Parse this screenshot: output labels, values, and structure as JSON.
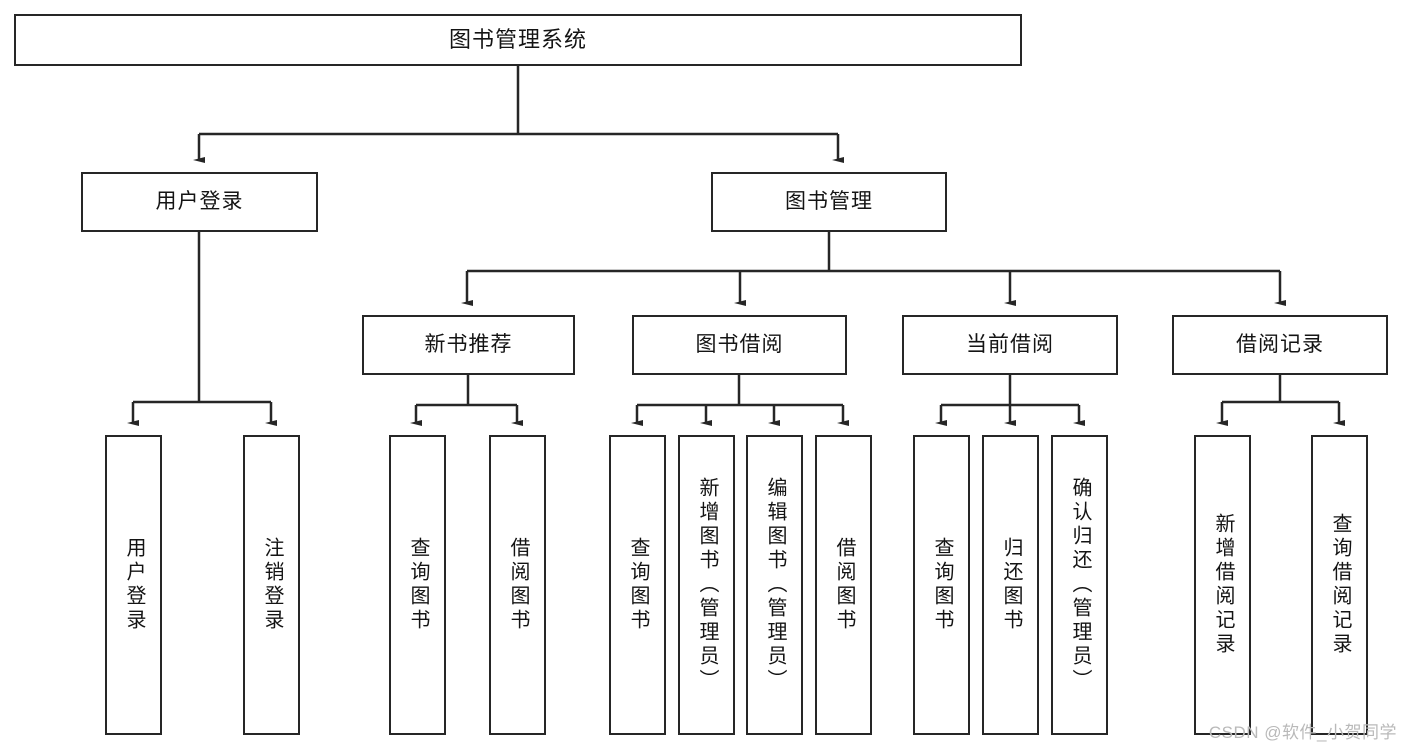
{
  "diagram": {
    "type": "tree-hierarchy",
    "title": "图书管理系统",
    "style": {
      "box_border": "#262626",
      "box_fill": "#ffffff",
      "line": "#262626",
      "background": "#ffffff"
    },
    "root": {
      "label": "图书管理系统"
    },
    "level2": [
      {
        "label": "用户登录"
      },
      {
        "label": "图书管理"
      }
    ],
    "level3": [
      {
        "label": "新书推荐"
      },
      {
        "label": "图书借阅"
      },
      {
        "label": "当前借阅"
      },
      {
        "label": "借阅记录"
      }
    ],
    "leaves_user_login": [
      {
        "label": "用户登录"
      },
      {
        "label": "注销登录"
      }
    ],
    "leaves_new_books": [
      {
        "label": "查询图书"
      },
      {
        "label": "借阅图书"
      }
    ],
    "leaves_borrow": [
      {
        "label": "查询图书"
      },
      {
        "label": "新增图书（管理员）"
      },
      {
        "label": "编辑图书（管理员）"
      },
      {
        "label": "借阅图书"
      }
    ],
    "leaves_current": [
      {
        "label": "查询图书"
      },
      {
        "label": "归还图书"
      },
      {
        "label": "确认归还（管理员）"
      }
    ],
    "leaves_records": [
      {
        "label": "新增借阅记录"
      },
      {
        "label": "查询借阅记录"
      }
    ],
    "watermark": "CSDN @软件_小贺同学"
  }
}
